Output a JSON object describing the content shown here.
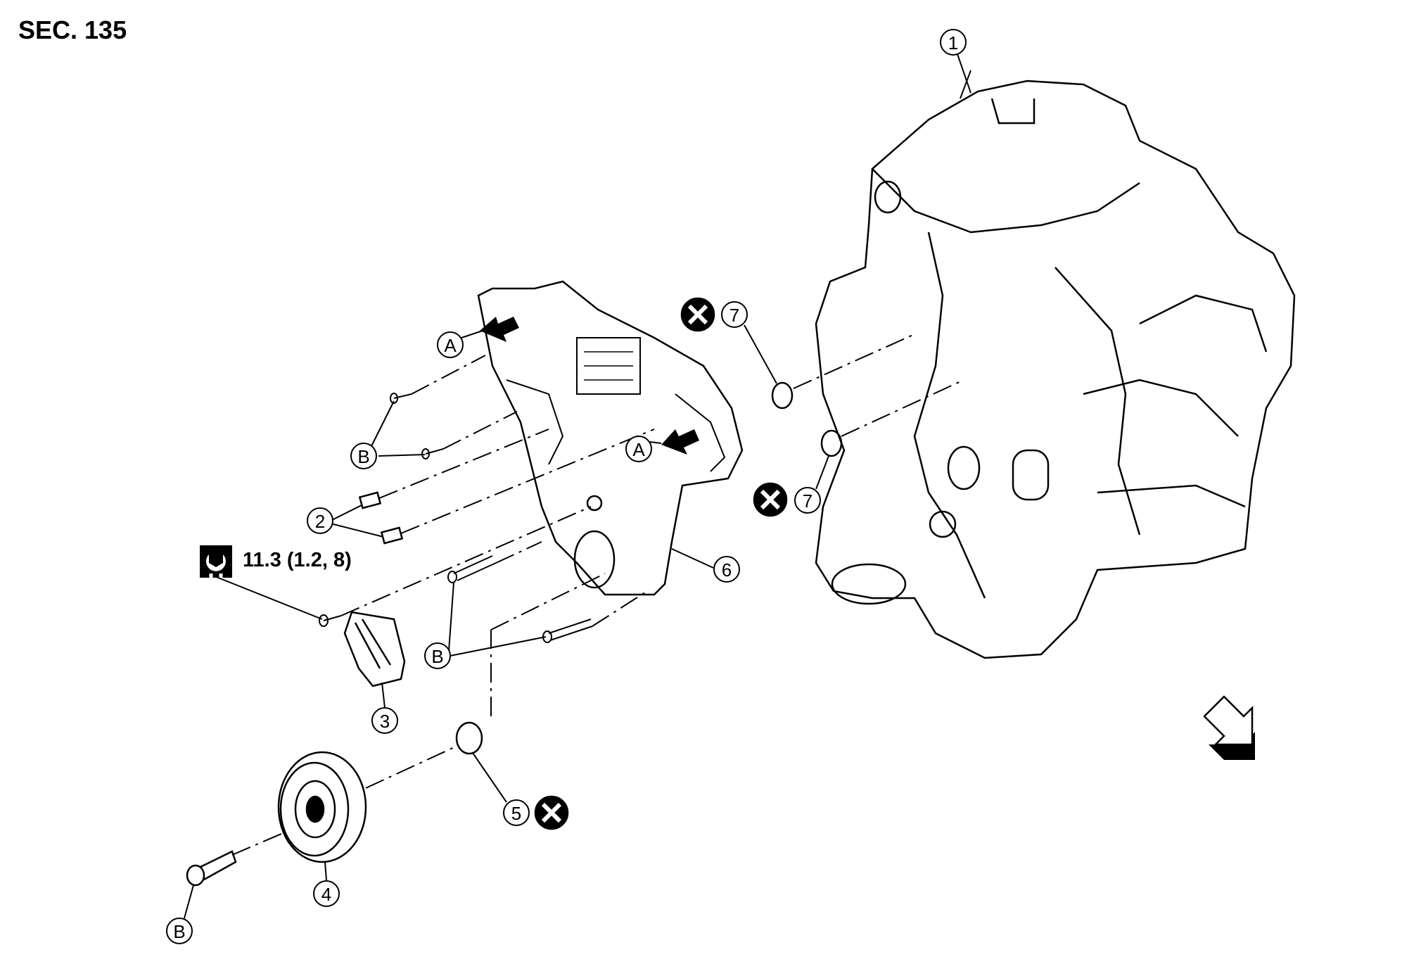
{
  "section_label": "SEC. 135",
  "torque_spec": "11.3 (1.2, 8)",
  "callouts": {
    "c1": "1",
    "c2": "2",
    "c3": "3",
    "c4": "4",
    "c5": "5",
    "c6": "6",
    "c7a": "7",
    "c7b": "7",
    "A1": "A",
    "A2": "A",
    "B1": "B",
    "B2": "B",
    "B3": "B"
  },
  "icons": [
    "torque-wrench-icon",
    "do-not-reuse-icon",
    "front-direction-arrow-icon"
  ]
}
